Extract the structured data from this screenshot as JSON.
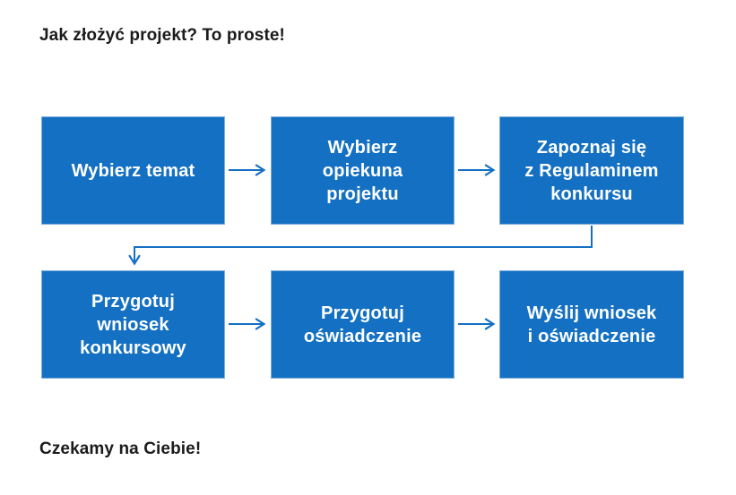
{
  "title": "Jak złożyć projekt? To proste!",
  "footer": "Czekamy na Ciebie!",
  "colors": {
    "box_blue": "#1470C2",
    "arrow_blue": "#1470C2",
    "box_border": "#7CAEDC",
    "title_text": "#1B1B1B",
    "box_text": "#FFFFFF",
    "background": "#FFFFFF"
  },
  "steps": [
    {
      "id": 1,
      "label": "Wybierz temat"
    },
    {
      "id": 2,
      "label": "Wybierz\nopiekuna\nprojektu"
    },
    {
      "id": 3,
      "label": "Zapoznaj się\nz Regulaminem\nkonkursu"
    },
    {
      "id": 4,
      "label": "Przygotuj\nwniosek\nkonkursowy"
    },
    {
      "id": 5,
      "label": "Przygotuj\noświadczenie"
    },
    {
      "id": 6,
      "label": "Wyślij wniosek\ni oświadczenie"
    }
  ],
  "connections": [
    {
      "from": 1,
      "to": 2
    },
    {
      "from": 2,
      "to": 3
    },
    {
      "from": 3,
      "to": 4
    },
    {
      "from": 4,
      "to": 5
    },
    {
      "from": 5,
      "to": 6
    }
  ]
}
